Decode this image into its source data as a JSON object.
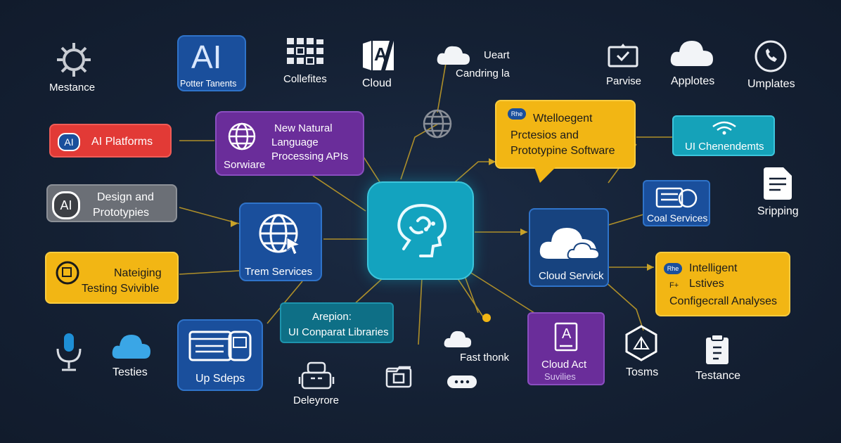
{
  "colors": {
    "background": "#142033",
    "blue": "#1a4f9c",
    "purple": "#6a2d9a",
    "yellow": "#f2b614",
    "teal": "#13a3bf",
    "red": "#e23a36",
    "gray": "#6b6f76",
    "wire": "#c9a227"
  },
  "top_row": {
    "mestance": "Mestance",
    "ai_glyph": "AI",
    "potter": "Potter Tanents",
    "collefites": "Collefites",
    "cloud": "Cloud",
    "a_glyph": "A",
    "ueart": "Ueart",
    "candring": "Candring la",
    "parvise": "Parvise",
    "applotes": "Applotes",
    "umplates": "Umplates"
  },
  "left_column": {
    "ai_platforms_badge": "AI",
    "ai_platforms": "AI Platforms",
    "design_badge": "AI",
    "design_line1": "Design and",
    "design_line2": "Prototypies",
    "nateiging_line1": "Nateiging",
    "nateiging_line2": "Testing Svivible",
    "testies": "Testies"
  },
  "center": {
    "nlp_line1": "New Natural",
    "nlp_line2": "Language",
    "nlp_line3": "Processing APIs",
    "nlp_sub": "Sorwiare",
    "trem": "Trem Services",
    "arepion_line1": "Arepion:",
    "arepion_line2": "UI Conparat Libraries",
    "up_sdeps": "Up Sdeps",
    "deleyrore": "Deleyrore",
    "fast_thonk": "Fast thonk"
  },
  "right_column": {
    "wintel_badge": "Rhe",
    "wintel_line1": "Wtelloegent",
    "wintel_line2": "Prctesios and",
    "wintel_line3": "Prototypine Software",
    "ui_chen": "UI Chenendemts",
    "coal": "Coal Services",
    "sripping": "Sripping",
    "cloud_service": "Cloud Servick",
    "intel_badge": "Rhe",
    "intel_line1": "Intelligent",
    "intel_line2": "Lstives",
    "intel_prefix": "F+",
    "intel_line3": "Configecrall Analyses",
    "cloud_act_glyph": "A",
    "cloud_act_line1": "Cloud Act",
    "cloud_act_line2": "Suvilies",
    "tosms": "Tosms",
    "testance": "Testance"
  }
}
